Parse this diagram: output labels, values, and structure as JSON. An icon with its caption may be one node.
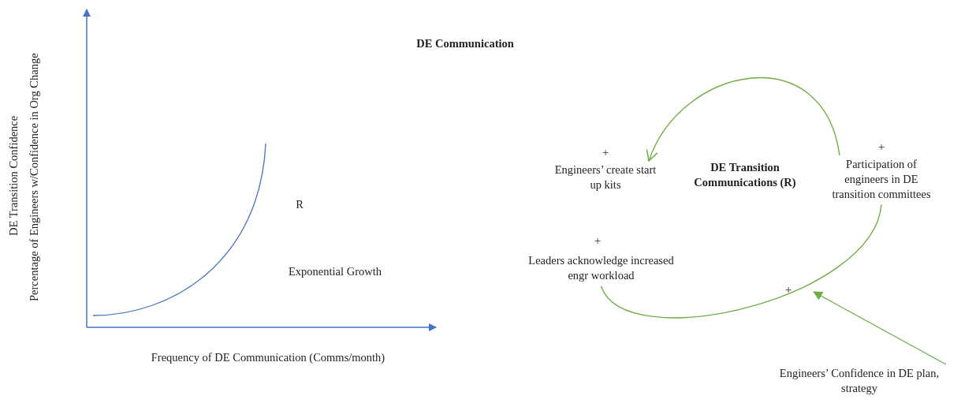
{
  "diagram": {
    "title": "DE Communication",
    "nodes": [
      {
        "text": [
          "Engineers’ create start up kits"
        ]
      },
      {
        "text": [
          "Participation of engineers in DE transition committees"
        ]
      },
      {
        "text": [
          "Leaders acknowledge increased engr workload"
        ]
      },
      {
        "text": [
          "Engineers’ Confidence in DE plan, strategy"
        ]
      }
    ],
    "edges": [
      {
        "from": 1,
        "to": 0,
        "arrow": "to"
      },
      {
        "from": 2,
        "to": 1,
        "arrow": "none"
      },
      {
        "from": 3,
        "to": null,
        "arrow": "to"
      }
    ],
    "labels": [
      "DE Transition Confidence",
      "Percentage of Engineers w/Confidence in Org Change",
      "R",
      "Exponential Growth",
      "Frequency of DE Communication (Comms/month)",
      "+",
      "DE Transition Communications (R)",
      "+",
      "+",
      "+"
    ]
  }
}
